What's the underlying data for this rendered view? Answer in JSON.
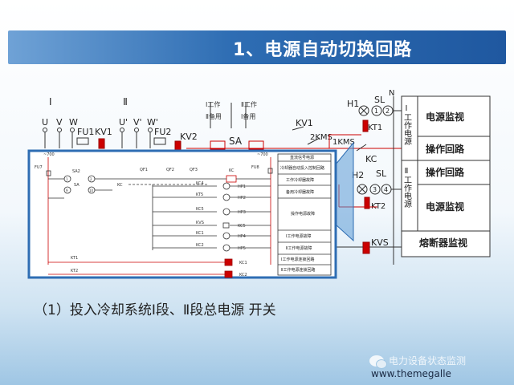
{
  "slide": {
    "title": "1、电源自动切换回路",
    "caption": "（1）投入冷却系统Ⅰ段、Ⅱ段总电源 开关",
    "watermark": "电力设备状态监测",
    "website": "www.themegalle"
  },
  "main_circuit": {
    "section1": "Ⅰ",
    "section2": "Ⅱ",
    "phases1": [
      "U",
      "V",
      "W"
    ],
    "phases2": [
      "U'",
      "V'",
      "W'"
    ],
    "fuse1": "FU1",
    "fuse2": "FU2",
    "relay1": "KV1",
    "relay2": "KV2",
    "switch": "SA",
    "mode_top1": "Ⅰ工作",
    "mode_top2": "Ⅱ工作",
    "mode_bot1": "Ⅱ备用",
    "mode_bot2": "Ⅰ备用",
    "kv1_contact": "KV1",
    "kms2": "2KMS",
    "kms1": "1KMS",
    "kt1": "KT1",
    "kt2": "KT2",
    "kc": "KC",
    "h1": "H1",
    "h2": "H2",
    "sl_top": "SL",
    "sl_bot": "SL",
    "n": "N",
    "sl_nums": [
      "1",
      "2",
      "3",
      "4"
    ],
    "kvs": "KVS",
    "right_panel": {
      "vertical1": "Ⅰ工作电源",
      "vertical2": "Ⅱ工作电源",
      "rows": [
        "电源监视",
        "操作回路",
        "操作回路",
        "电源监视",
        "熔断器监视"
      ]
    }
  },
  "inset": {
    "rail_left": "~700",
    "rail_right": "~700",
    "fuse_left": "FU7",
    "fuse_right": "FU8",
    "sa2": "SA2",
    "sa": "SA",
    "nums": [
      "1",
      "2",
      "9",
      "10"
    ],
    "kc": "KC",
    "qf": [
      "QF1",
      "QF2",
      "QF3"
    ],
    "kc_top": "KC",
    "contacts": [
      "KC4",
      "KT5",
      "KC5",
      "KVS",
      "KC1",
      "KC2"
    ],
    "lamps": [
      "HP1",
      "HP2",
      "HP3",
      "KC5",
      "HP4",
      "HP5"
    ],
    "kt1": "KT1",
    "kt2": "KT2",
    "coils": [
      "KC1",
      "KC2"
    ],
    "table": [
      "直流信号电源",
      "冷却器自动投入控制回路",
      "工作冷却器故障",
      "备用冷却器故障",
      "操作电源故障",
      "Ⅰ工作电源故障",
      "Ⅱ工作电源故障",
      "Ⅰ工作电源连锁回路",
      "Ⅱ工作电源连锁回路"
    ]
  }
}
